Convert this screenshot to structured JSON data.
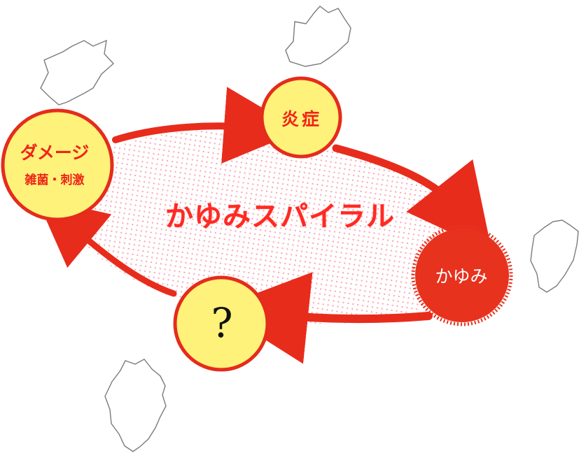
{
  "diagram": {
    "title": "かゆみスパイラル",
    "nodes": {
      "damage": {
        "label": "ダメージ",
        "sublabel": "雑菌・刺激"
      },
      "inflammation": {
        "label": "炎症"
      },
      "itch": {
        "label": "かゆみ"
      },
      "unknown": {
        "label": "?"
      }
    },
    "edges": [
      {
        "from": "damage",
        "to": "inflammation"
      },
      {
        "from": "inflammation",
        "to": "itch"
      },
      {
        "from": "itch",
        "to": "unknown"
      },
      {
        "from": "unknown",
        "to": "damage"
      }
    ]
  },
  "colors": {
    "circle_fill": "#fff27a",
    "circle_stroke": "#e52c1c",
    "arrow": "#e82c1c",
    "itch_fill": "#e7321e",
    "spiral_fill": "#ff4d6e",
    "sketch": "#777777"
  }
}
